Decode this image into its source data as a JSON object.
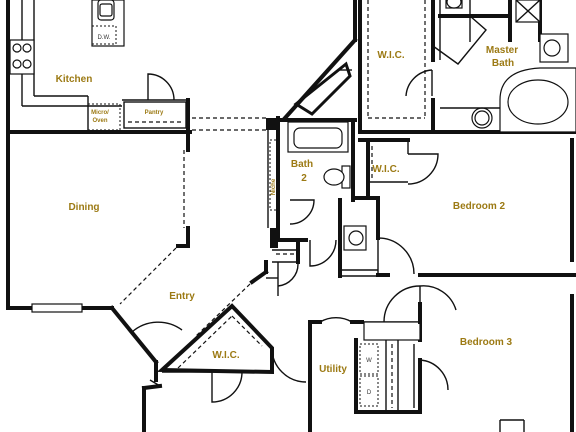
{
  "rooms": {
    "kitchen": "Kitchen",
    "dining": "Dining",
    "entry": "Entry",
    "bath2_line1": "Bath",
    "bath2_line2": "2",
    "wic_master": "W.I.C.",
    "master_bath_line1": "Master",
    "master_bath_line2": "Bath",
    "wic_bath2": "W.I.C.",
    "bedroom2": "Bedroom 2",
    "bedroom3": "Bedroom 3",
    "wic_entry": "W.I.C.",
    "utility": "Utility"
  },
  "labels": {
    "pantry": "Pantry",
    "micro_oven_line1": "Micro/",
    "micro_oven_line2": "Oven",
    "dw": "D.W.",
    "niche": "Niche",
    "washer": "W",
    "dryer": "D"
  },
  "colors": {
    "label": "#9c7a14",
    "wall": "#111111"
  }
}
